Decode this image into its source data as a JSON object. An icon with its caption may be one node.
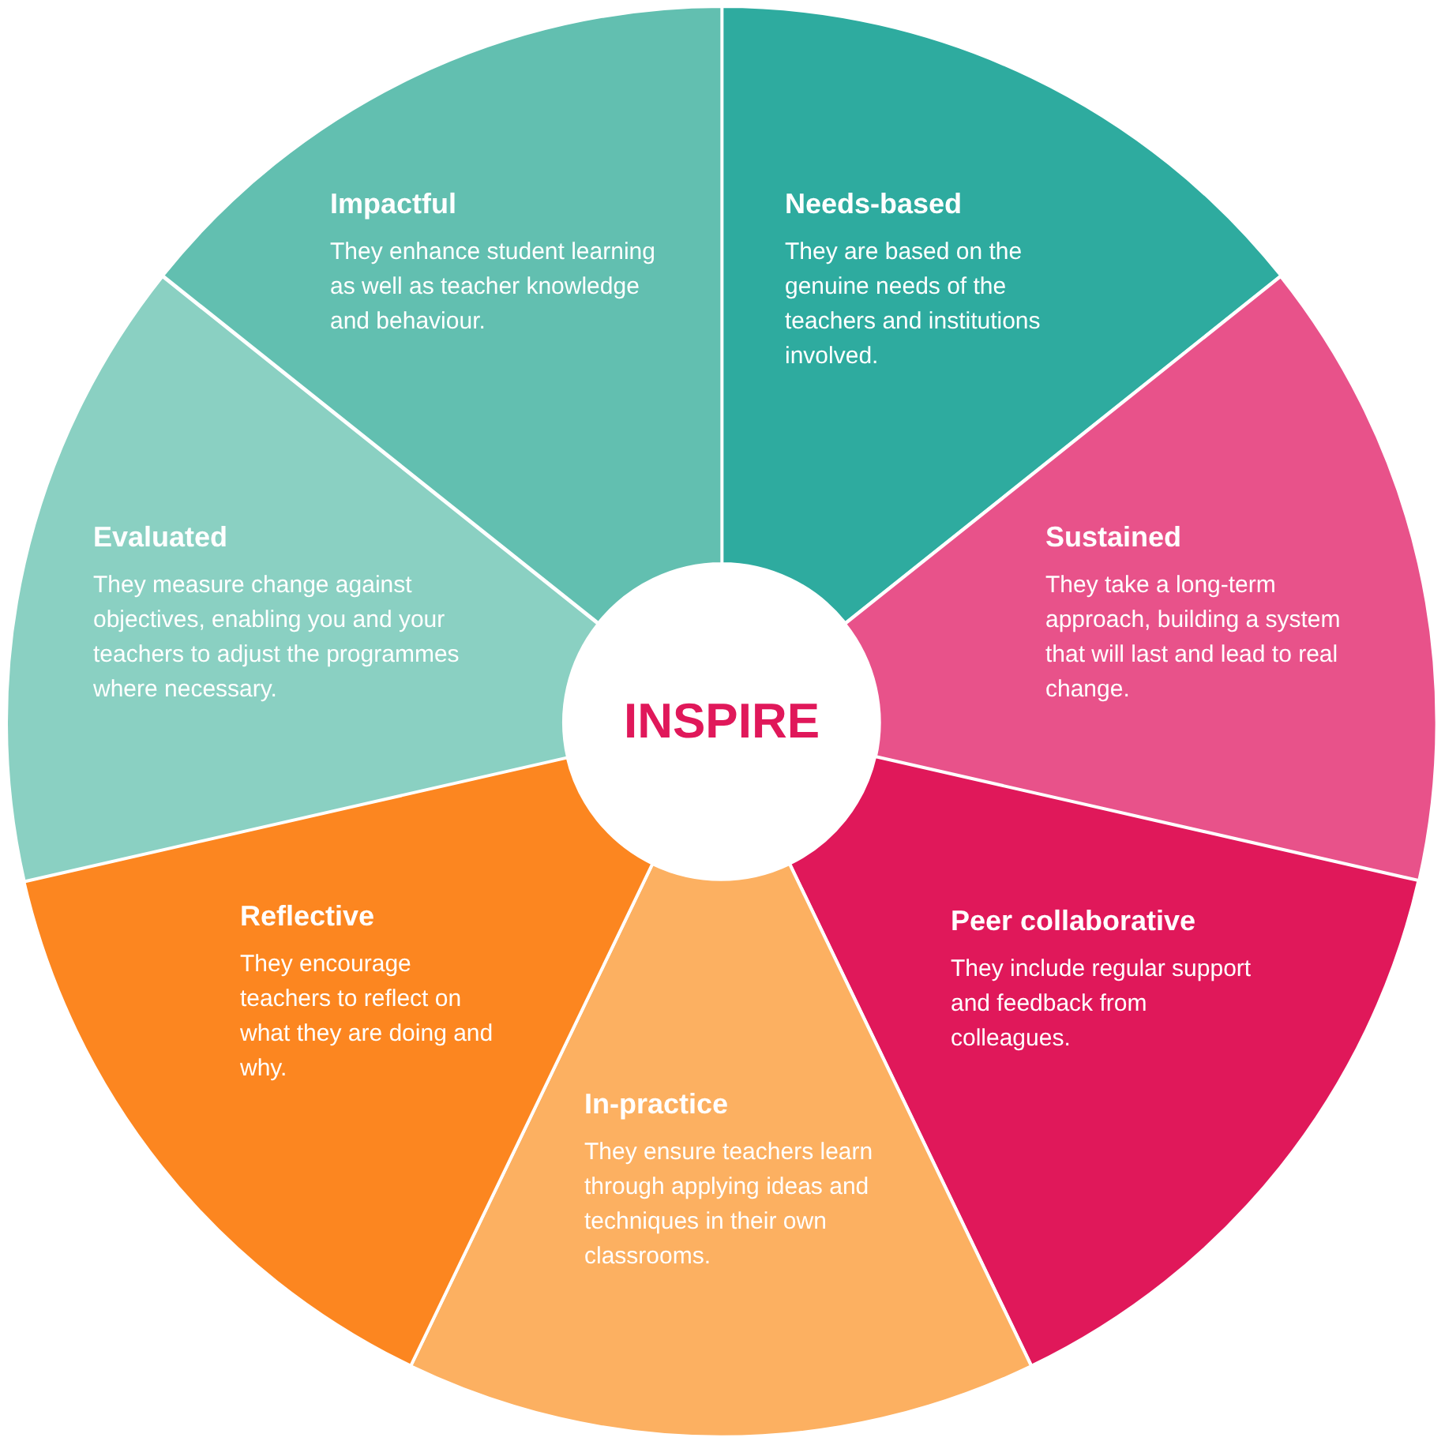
{
  "diagram": {
    "nodes": [
      {
        "text": [
          "INSPIRE"
        ]
      },
      {
        "text": [
          "Needs-based",
          "They are based on the genuine needs of the teachers and institutions involved."
        ]
      },
      {
        "text": [
          "Sustained",
          "They take a long-term approach, building a system that will last and lead to real change."
        ]
      },
      {
        "text": [
          "Peer collaborative",
          "They include regular support and feedback from colleagues."
        ]
      },
      {
        "text": [
          "In-practice",
          "They ensure teachers learn through applying ideas and techniques in their own classrooms."
        ]
      },
      {
        "text": [
          "Reflective",
          "They encourage teachers to reflect on what they are doing and why."
        ]
      },
      {
        "text": [
          "Evaluated",
          "They measure change against objectives, enabling you and your teachers to adjust the programmes where necessary."
        ]
      },
      {
        "text": [
          "Impactful",
          "They enhance student learning as well as teacher knowledge and behaviour."
        ]
      }
    ]
  }
}
